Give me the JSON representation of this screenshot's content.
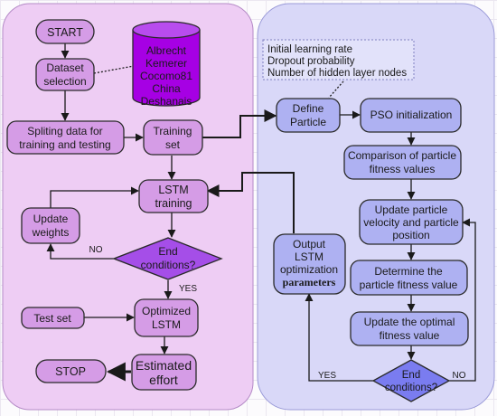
{
  "colors": {
    "left_panel_fill": "#eecdf4",
    "right_panel_fill": "#d9d8f8",
    "left_node_fill": "#d59ce6",
    "right_node_fill": "#aeb1f2",
    "cylinder_fill": "#a600e4",
    "left_decision_fill": "#a54ee8",
    "right_decision_fill": "#7a7cf0",
    "stroke": "#2a2a2a"
  },
  "left_flow": {
    "start": "START",
    "dataset_selection": [
      "Dataset",
      "selection"
    ],
    "datasets": [
      "Albrecht",
      "Kemerer",
      "Cocomo81",
      "China",
      "Deshanais"
    ],
    "splitting": [
      "Spliting data for",
      "training and testing"
    ],
    "training_set": [
      "Training",
      "set"
    ],
    "lstm_training": [
      "LSTM",
      "training"
    ],
    "update_weights": [
      "Update",
      "weights"
    ],
    "end_conditions": [
      "End",
      "conditions?"
    ],
    "no_label": "NO",
    "yes_label": "YES",
    "test_set": "Test set",
    "optimized_lstm": [
      "Optimized",
      "LSTM"
    ],
    "estimated_effort": [
      "Estimated",
      "effort"
    ],
    "stop": "STOP"
  },
  "right_flow": {
    "parameters_note": [
      "Initial learning rate",
      "Dropout probability",
      "Number of hidden layer nodes"
    ],
    "define_particle": [
      "Define",
      "Particle"
    ],
    "pso_init": "PSO initialization",
    "comparison": [
      "Comparison of particle",
      "fitness values"
    ],
    "update_velocity": [
      "Update particle",
      "velocity and particle",
      "position"
    ],
    "determine_fitness": [
      "Determine the",
      "particle fitness value"
    ],
    "update_optimal": [
      "Update the optimal",
      "fitness value"
    ],
    "end_conditions": [
      "End",
      "conditions?"
    ],
    "yes_label": "YES",
    "no_label": "NO",
    "output": [
      "Output",
      "LSTM",
      "optimization",
      "parameters"
    ]
  }
}
